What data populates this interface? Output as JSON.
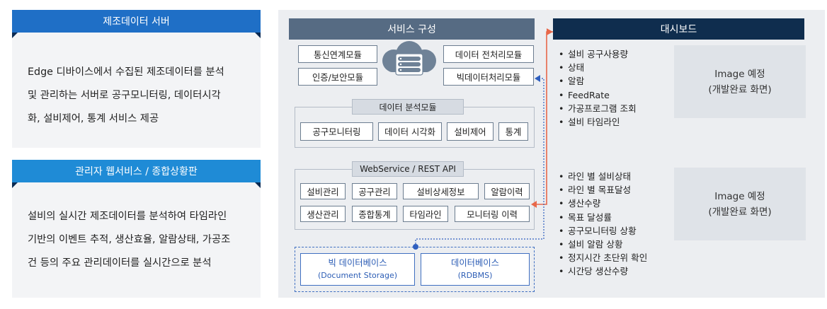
{
  "left_panels": [
    {
      "title": "제조데이터 서버",
      "lines": [
        "Edge 디바이스에서 수집된 제조데이터를 분석",
        "및 관리하는 서버로 공구모니터링, 데이터시각",
        "화, 설비제어, 통계 서비스 제공"
      ]
    },
    {
      "title": "관리자 웹서비스 / 종합상황판",
      "lines": [
        "설비의 실시간 제조데이터를 분석하여 타임라인",
        "기반의 이벤트 추적, 생산효율, 알람상태, 가공조",
        "건 등의 주요 관리데이터를 실시간으로 분석"
      ]
    }
  ],
  "service": {
    "title": "서비스 구성",
    "left_modules": [
      "통신연계모듈",
      "인증/보안모듈"
    ],
    "right_modules": [
      "데이터 전처리모듈",
      "빅데이터처리모듈"
    ],
    "analysis": {
      "title": "데이터 분석모듈",
      "items": [
        "공구모니터링",
        "데이터 시각화",
        "설비제어",
        "통계"
      ]
    },
    "web": {
      "title": "WebService / REST API",
      "row1": [
        "설비관리",
        "공구관리",
        "설비상세정보",
        "알람이력"
      ],
      "row2": [
        "생산관리",
        "종합통계",
        "타임라인",
        "모니터링 이력"
      ]
    },
    "databases": [
      {
        "name": "빅 데이터베이스",
        "sub": "(Document Storage)"
      },
      {
        "name": "데이터베이스",
        "sub": "(RDBMS)"
      }
    ]
  },
  "dashboard": {
    "title": "대시보드",
    "list1": [
      "설비 공구사용량",
      "상태",
      "알람",
      "FeedRate",
      "가공프로그램 조회",
      "설비 타임라인"
    ],
    "list2": [
      "라인 별 설비상태",
      "라인 별 목표달성",
      "생산수량",
      "목표 달성률",
      "공구모니터링 상황",
      "설비 알람 상황",
      "정지시간 초단위 확인",
      "시간당 생산수량"
    ],
    "placeholder": {
      "line1": "Image 예정",
      "line2": "(개발완료 화면)"
    }
  },
  "colors": {
    "server_header": "#1f6fc6",
    "web_header": "#1f8bd6",
    "notch": "#0b2a52",
    "service_header": "#566b83",
    "dashboard_header": "#0f2d4e",
    "arrow_red": "#e8684a",
    "arrow_blue": "#2f5fbf"
  },
  "icons": [
    "cloud-database-icon"
  ]
}
